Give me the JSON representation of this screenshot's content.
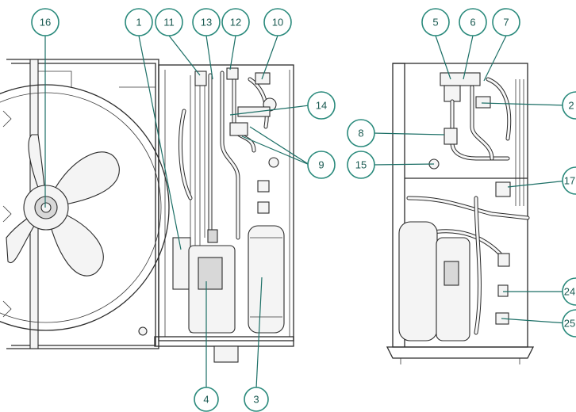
{
  "callouts": [
    {
      "id": "c16",
      "label": "16"
    },
    {
      "id": "c1",
      "label": "1"
    },
    {
      "id": "c11",
      "label": "11"
    },
    {
      "id": "c13",
      "label": "13"
    },
    {
      "id": "c12",
      "label": "12"
    },
    {
      "id": "c10",
      "label": "10"
    },
    {
      "id": "c14",
      "label": "14"
    },
    {
      "id": "c9",
      "label": "9"
    },
    {
      "id": "c4",
      "label": "4"
    },
    {
      "id": "c3",
      "label": "3"
    },
    {
      "id": "c5",
      "label": "5"
    },
    {
      "id": "c6",
      "label": "6"
    },
    {
      "id": "c7",
      "label": "7"
    },
    {
      "id": "c2",
      "label": "2"
    },
    {
      "id": "c8",
      "label": "8"
    },
    {
      "id": "c15",
      "label": "15"
    },
    {
      "id": "c17",
      "label": "17"
    },
    {
      "id": "c24",
      "label": "24"
    },
    {
      "id": "c25",
      "label": "25"
    }
  ],
  "colors": {
    "callout_ring": "#2a8a7c",
    "callout_text": "#1a5a52",
    "line_art": "#2b2b2b"
  }
}
